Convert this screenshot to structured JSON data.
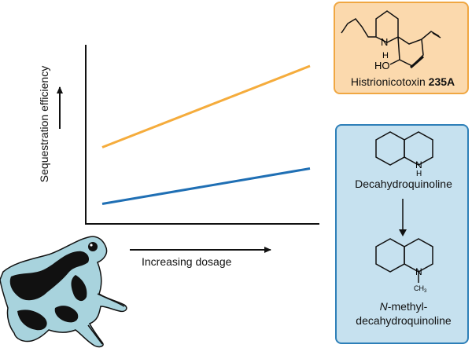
{
  "chart_data": {
    "type": "line",
    "ylabel": "Sequestration efficiency",
    "xlabel": "Increasing dosage",
    "series": [
      {
        "color": "#f5ac3c",
        "values": [
          0.42,
          0.88
        ]
      },
      {
        "color": "#1f6fb4",
        "values": [
          0.1,
          0.3
        ]
      }
    ]
  },
  "panels": {
    "histrionicotoxin": {
      "name_prefix": "Histrionicotoxin",
      "name_bold": "235A",
      "atom_n": "N",
      "atom_h": "H",
      "atom_ho": "HO"
    },
    "decahydroquinoline": {
      "name": "Decahydroquinoline",
      "atom_n": "N",
      "atom_h": "H"
    },
    "methyl": {
      "name_italic": "N",
      "name_rest": "-methyl-",
      "name_line2": "decahydroquinoline",
      "atom_n": "N",
      "atom_ch3": "CH",
      "atom_ch3_sub": "3"
    }
  },
  "colors": {
    "orange_fill": "#fbd9ad",
    "orange_border": "#f0a742",
    "blue_fill": "#c6e1ef",
    "blue_border": "#2d7fb8",
    "frog_body": "#a8d3dd"
  },
  "icons": [
    "poison-frog-illustration",
    "up-arrow",
    "right-arrow",
    "down-arrow"
  ]
}
